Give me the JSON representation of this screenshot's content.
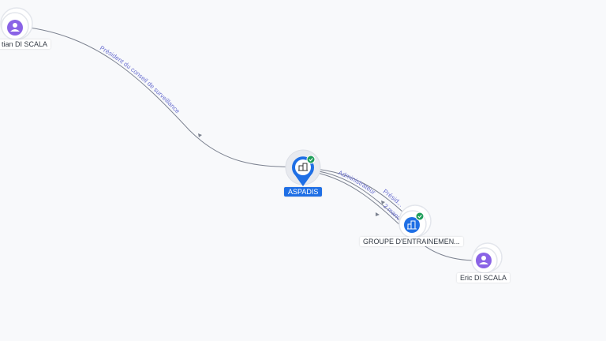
{
  "colors": {
    "edge": "#7c8290",
    "edge_label": "#6a6fd0",
    "person_node": "#8a63e6",
    "company_node": "#1f6fe5",
    "check_badge": "#1e9e5a",
    "halo": "#e3e6ec"
  },
  "nodes": {
    "person_top": {
      "label": "tian DI SCALA",
      "icon": "user-icon"
    },
    "aspadis": {
      "label": "ASPADIS",
      "icon": "building-icon",
      "verified": true
    },
    "groupe": {
      "label": "GROUPE D'ENTRAINEMEN...",
      "icon": "building-icon",
      "verified": true
    },
    "eric": {
      "label": "Eric DI SCALA",
      "icon": "user-icon"
    }
  },
  "edges": {
    "top_to_aspadis": {
      "label": "Président du conseil de surveillance"
    },
    "aspadis_to_groupe_a": {
      "label": "Administrateur"
    },
    "aspadis_to_groupe_b": {
      "label": "Présid..."
    },
    "aspadis_to_groupe_c": {
      "label": "2 mandats"
    }
  }
}
